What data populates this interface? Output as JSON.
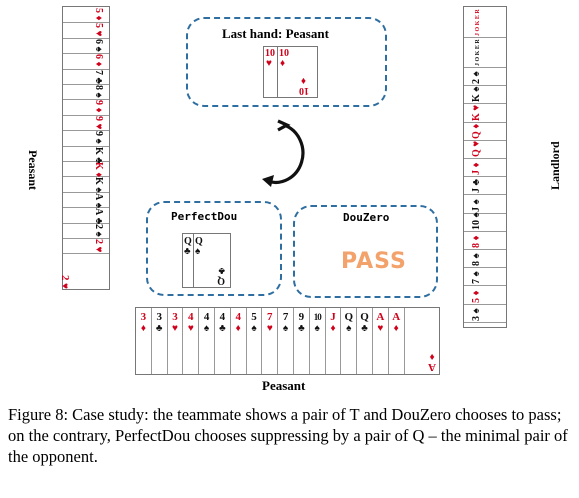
{
  "labels": {
    "last_hand": "Last hand: Peasant",
    "perfectdou": "PerfectDou",
    "douzero": "DouZero",
    "pass": "PASS",
    "left_player": "Peasant",
    "right_player": "Landlord",
    "bottom_player": "Peasant"
  },
  "last_hand_cards": [
    {
      "rank": "10",
      "suit": "♥",
      "color": "red"
    },
    {
      "rank": "10",
      "suit": "♦",
      "color": "red"
    }
  ],
  "last_hand_bottom_corner": {
    "rank": "10",
    "suit": "♦"
  },
  "perfectdou_cards": [
    {
      "rank": "Q",
      "suit": "♣",
      "color": "black"
    },
    {
      "rank": "Q",
      "suit": "♠",
      "color": "black"
    }
  ],
  "perfectdou_bottom_corner": {
    "rank": "Q",
    "suit": "♣"
  },
  "left_hand": [
    {
      "rank": "5",
      "suit": "♦",
      "color": "red"
    },
    {
      "rank": "5",
      "suit": "♥",
      "color": "red"
    },
    {
      "rank": "6",
      "suit": "♠",
      "color": "black"
    },
    {
      "rank": "6",
      "suit": "♦",
      "color": "red"
    },
    {
      "rank": "7",
      "suit": "♣",
      "color": "black"
    },
    {
      "rank": "8",
      "suit": "♠",
      "color": "black"
    },
    {
      "rank": "9",
      "suit": "♦",
      "color": "red"
    },
    {
      "rank": "9",
      "suit": "♥",
      "color": "red"
    },
    {
      "rank": "9",
      "suit": "♠",
      "color": "black"
    },
    {
      "rank": "K",
      "suit": "♣",
      "color": "black"
    },
    {
      "rank": "K",
      "suit": "♦",
      "color": "red"
    },
    {
      "rank": "K",
      "suit": "♠",
      "color": "black"
    },
    {
      "rank": "A",
      "suit": "♠",
      "color": "black"
    },
    {
      "rank": "A",
      "suit": "♣",
      "color": "black"
    },
    {
      "rank": "2",
      "suit": "♠",
      "color": "black"
    },
    {
      "rank": "2",
      "suit": "♥",
      "color": "red"
    }
  ],
  "left_hand_last_corner": {
    "rank": "2",
    "suit": "♥"
  },
  "right_hand": [
    {
      "rank": "JOKER",
      "suit": "",
      "color": "red"
    },
    {
      "rank": "JOKER",
      "suit": "",
      "color": "black"
    },
    {
      "rank": "2",
      "suit": "♠",
      "color": "black"
    },
    {
      "rank": "K",
      "suit": "♠",
      "color": "black"
    },
    {
      "rank": "K",
      "suit": "♥",
      "color": "red"
    },
    {
      "rank": "Q",
      "suit": "♦",
      "color": "red"
    },
    {
      "rank": "Q",
      "suit": "♥",
      "color": "red"
    },
    {
      "rank": "J",
      "suit": "♦",
      "color": "red"
    },
    {
      "rank": "J",
      "suit": "♣",
      "color": "black"
    },
    {
      "rank": "J",
      "suit": "♠",
      "color": "black"
    },
    {
      "rank": "10",
      "suit": "♠",
      "color": "black"
    },
    {
      "rank": "8",
      "suit": "♦",
      "color": "red"
    },
    {
      "rank": "8",
      "suit": "♠",
      "color": "black"
    },
    {
      "rank": "7",
      "suit": "♠",
      "color": "black"
    },
    {
      "rank": "5",
      "suit": "♦",
      "color": "red"
    },
    {
      "rank": "3",
      "suit": "♠",
      "color": "black"
    }
  ],
  "bottom_hand": [
    {
      "rank": "3",
      "suit": "♦",
      "color": "red"
    },
    {
      "rank": "3",
      "suit": "♣",
      "color": "black"
    },
    {
      "rank": "3",
      "suit": "♥",
      "color": "red"
    },
    {
      "rank": "4",
      "suit": "♥",
      "color": "red"
    },
    {
      "rank": "4",
      "suit": "♠",
      "color": "black"
    },
    {
      "rank": "4",
      "suit": "♣",
      "color": "black"
    },
    {
      "rank": "4",
      "suit": "♦",
      "color": "red"
    },
    {
      "rank": "5",
      "suit": "♠",
      "color": "black"
    },
    {
      "rank": "7",
      "suit": "♥",
      "color": "red"
    },
    {
      "rank": "7",
      "suit": "♠",
      "color": "black"
    },
    {
      "rank": "9",
      "suit": "♣",
      "color": "black"
    },
    {
      "rank": "10",
      "suit": "♠",
      "color": "black"
    },
    {
      "rank": "J",
      "suit": "♦",
      "color": "red"
    },
    {
      "rank": "Q",
      "suit": "♠",
      "color": "black"
    },
    {
      "rank": "Q",
      "suit": "♣",
      "color": "black"
    },
    {
      "rank": "A",
      "suit": "♥",
      "color": "red"
    },
    {
      "rank": "A",
      "suit": "♦",
      "color": "red"
    }
  ],
  "bottom_hand_last_corner": {
    "rank": "A",
    "suit": "♦"
  },
  "caption": "Figure 8: Case study: the teammate shows a pair of T and DouZero chooses to pass; on the contrary, PerfectDou chooses suppressing by a pair of Q – the minimal pair of the opponent.",
  "colors": {
    "box_border": "#2f6ea0",
    "red_suit": "#d0021b",
    "pass": "#f2a26a"
  }
}
